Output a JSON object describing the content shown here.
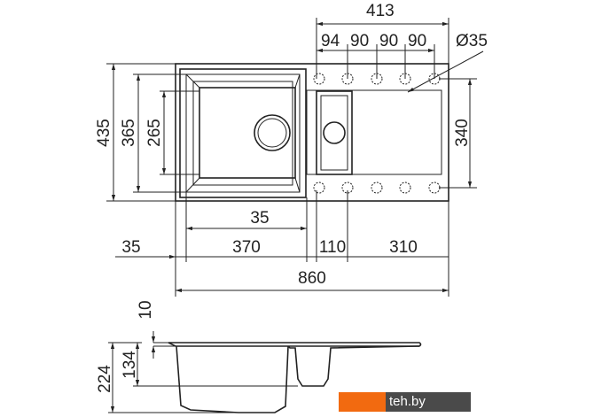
{
  "dimensions": {
    "top_total": "413",
    "hole_spacing": [
      "94",
      "90",
      "90",
      "90"
    ],
    "hole_diameter": "Ø35",
    "height_total": "435",
    "bowl_outer_height": "365",
    "bowl_inner_height": "265",
    "drainboard_height": "340",
    "bowl_offset": "35",
    "left_margin": "35",
    "bowl_width": "370",
    "small_bowl_width": "110",
    "drainboard_width": "310",
    "width_total": "860",
    "rim_thickness": "10",
    "depth_total": "224",
    "small_bowl_depth": "134"
  },
  "watermark": "teh.by",
  "colors": {
    "watermark_orange": "#f26a10",
    "watermark_gray": "#4a4a4a"
  }
}
